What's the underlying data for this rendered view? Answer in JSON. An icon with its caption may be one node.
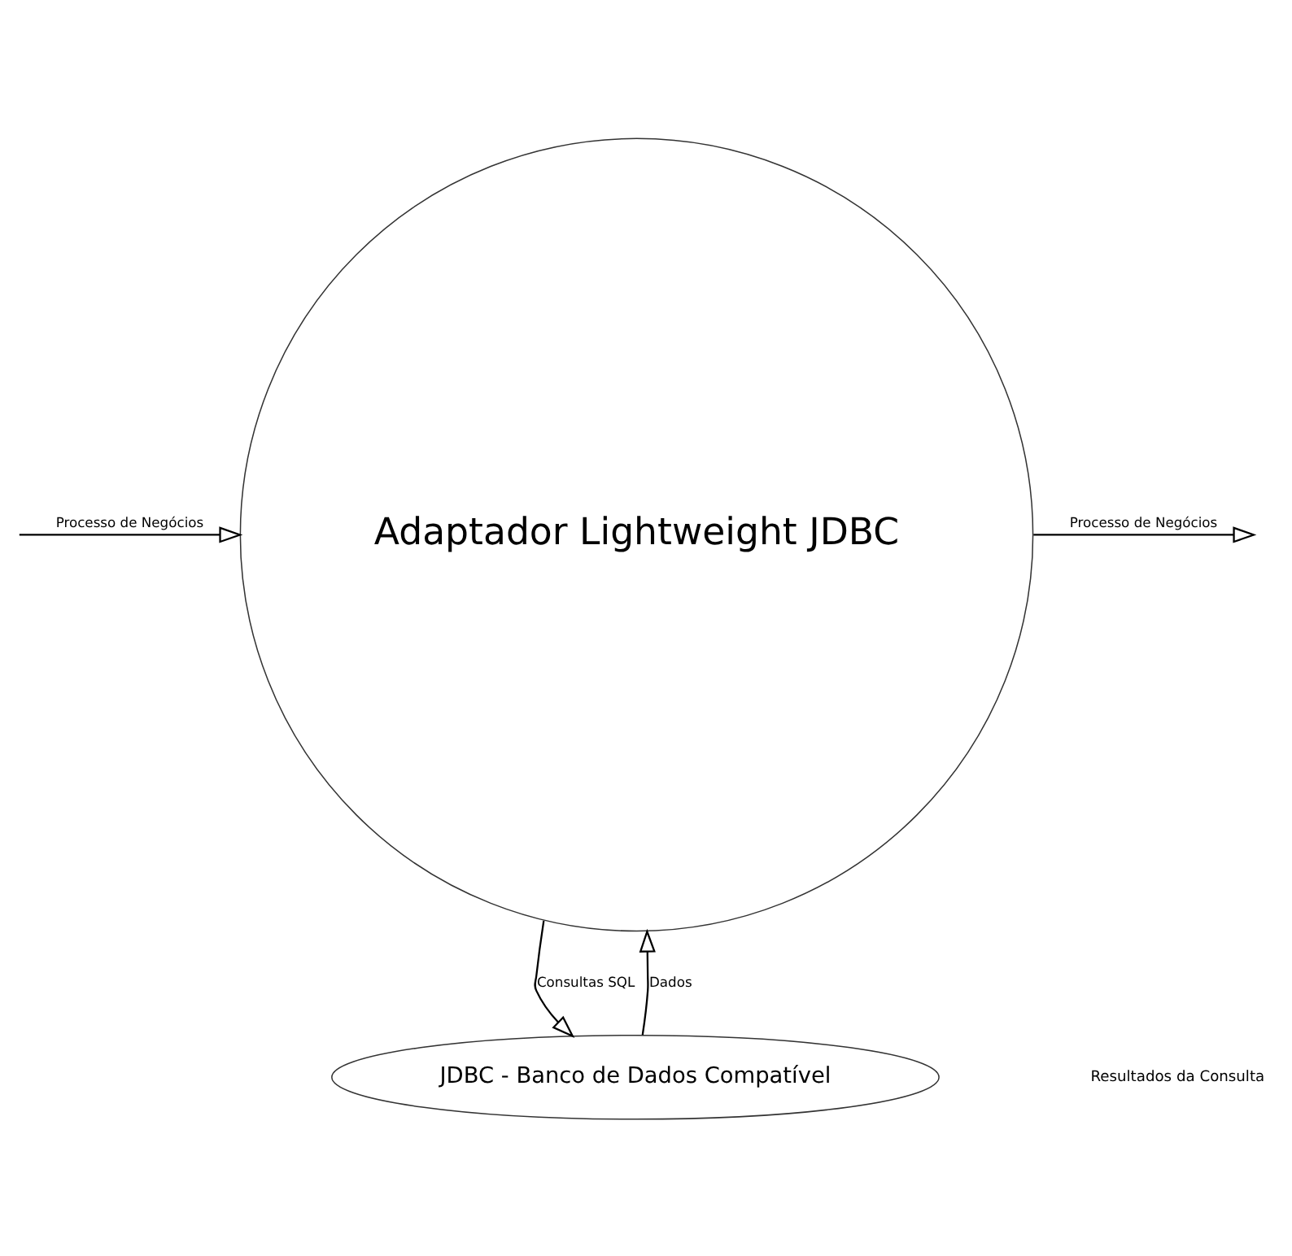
{
  "diagram": {
    "nodes": [
      {
        "text": [
          "Adaptador Lightweight JDBC"
        ]
      },
      {
        "text": [
          "JDBC - Banco de Dados Compatível"
        ]
      }
    ],
    "edges": [
      {
        "from": null,
        "to": 0,
        "arrow": "to",
        "label": "Processo de Negócios"
      },
      {
        "from": 0,
        "to": null,
        "arrow": "to",
        "label": "Processo de Negócios"
      },
      {
        "from": 0,
        "to": 1,
        "arrow": "to",
        "label": "Consultas SQL"
      },
      {
        "from": 1,
        "to": 0,
        "arrow": "to",
        "label": "Dados"
      }
    ],
    "labels": [
      "Resultados da Consulta"
    ]
  }
}
